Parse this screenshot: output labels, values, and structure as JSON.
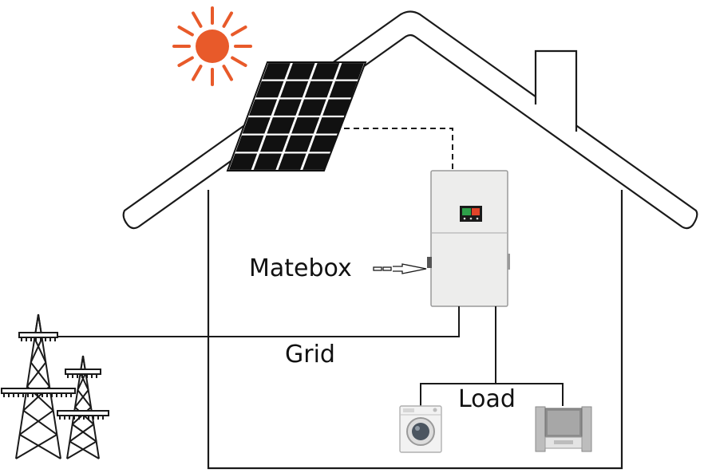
{
  "labels": {
    "matebox": "Matebox",
    "grid": "Grid",
    "load": "Load"
  },
  "icons": [
    "sun-icon",
    "solar-panel-icon",
    "inverter-icon",
    "power-tower-icon",
    "washing-machine-icon",
    "tv-icon"
  ],
  "colors": {
    "sun": "#e85a2a",
    "outline": "#1a1a1a",
    "panel_cell": "#111111",
    "inverter_body": "#ececeb"
  }
}
